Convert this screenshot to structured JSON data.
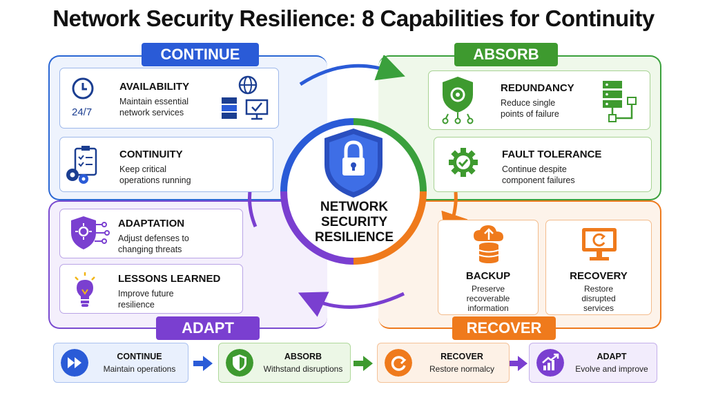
{
  "title": "Network Security Resilience: 8 Capabilities for Continuity",
  "center": {
    "line1": "NETWORK",
    "line2": "SECURITY",
    "line3": "RESILIENCE"
  },
  "quadrants": {
    "continue": {
      "label": "CONTINUE",
      "color": "#2a5bd7"
    },
    "absorb": {
      "label": "ABSORB",
      "color": "#3e9a2f"
    },
    "adapt": {
      "label": "ADAPT",
      "color": "#7a3fd0"
    },
    "recover": {
      "label": "RECOVER",
      "color": "#ef7a1c"
    }
  },
  "capabilities": {
    "availability": {
      "title": "AVAILABILITY",
      "desc1": "Maintain essential",
      "desc2": "network services",
      "badge": "24/7",
      "icon": "clock-icon"
    },
    "continuity": {
      "title": "CONTINUITY",
      "desc1": "Keep critical",
      "desc2": "operations running",
      "icon": "clipboard-gears-icon"
    },
    "redundancy": {
      "title": "REDUNDANCY",
      "desc1": "Reduce single",
      "desc2": "points of failure",
      "icon": "shield-network-icon"
    },
    "fault_tolerance": {
      "title": "FAULT TOLERANCE",
      "desc1": "Continue despite",
      "desc2": "component failures",
      "icon": "gear-check-icon"
    },
    "adaptation": {
      "title": "ADAPTATION",
      "desc1": "Adjust defenses to",
      "desc2": "changing threats",
      "icon": "shield-circuit-icon"
    },
    "lessons_learned": {
      "title": "LESSONS LEARNED",
      "desc1": "Improve future",
      "desc2": "resilience",
      "icon": "lightbulb-icon"
    },
    "backup": {
      "title": "BACKUP",
      "desc1": "Preserve",
      "desc2": "recoverable",
      "desc3": "information",
      "icon": "cloud-database-icon"
    },
    "recovery": {
      "title": "RECOVERY",
      "desc1": "Restore",
      "desc2": "disrupted",
      "desc3": "services",
      "icon": "monitor-refresh-icon"
    }
  },
  "flow": [
    {
      "title": "CONTINUE",
      "desc": "Maintain operations",
      "icon": "fast-forward-icon"
    },
    {
      "title": "ABSORB",
      "desc": "Withstand disruptions",
      "icon": "shield-check-icon"
    },
    {
      "title": "RECOVER",
      "desc": "Restore normalcy",
      "icon": "refresh-icon"
    },
    {
      "title": "ADAPT",
      "desc": "Evolve and improve",
      "icon": "growth-chart-icon"
    }
  ]
}
